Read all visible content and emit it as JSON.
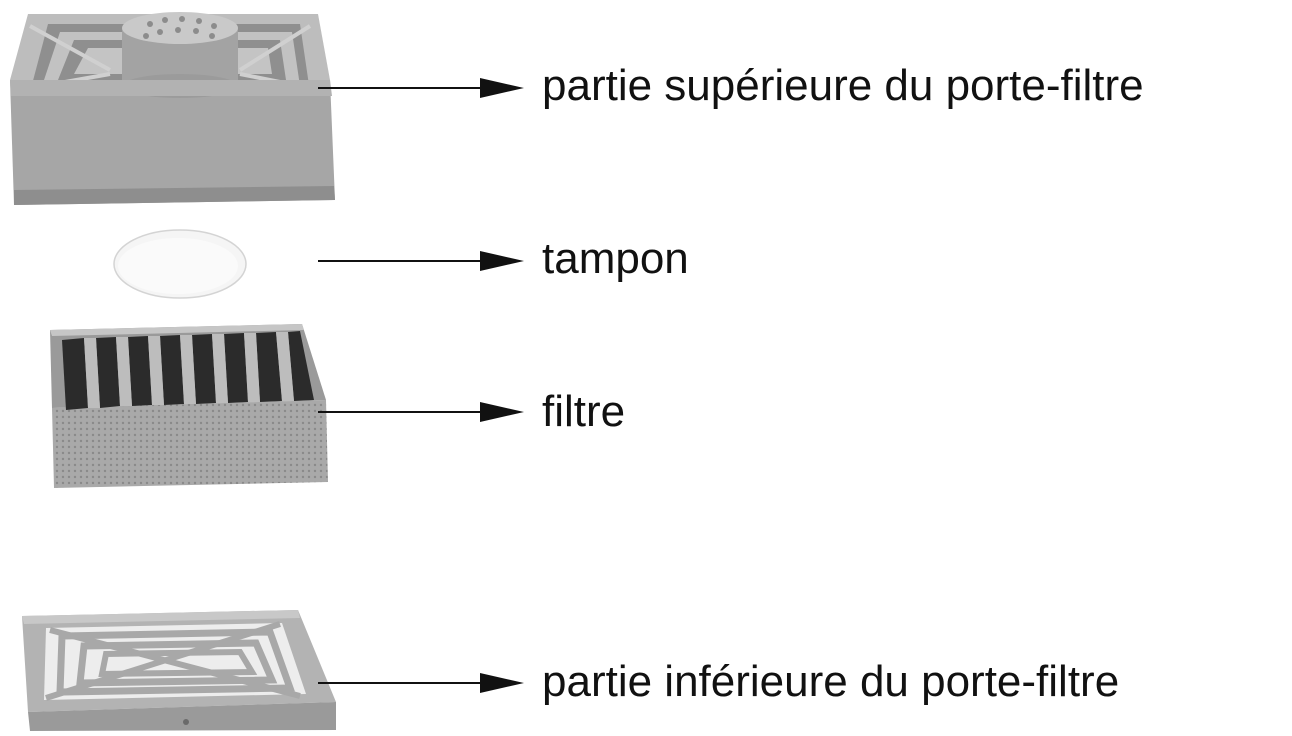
{
  "diagram": {
    "parts": [
      {
        "id": "top",
        "label": "partie supérieure du porte-filtre",
        "icon": "filter-holder-top-icon"
      },
      {
        "id": "pad",
        "label": "tampon",
        "icon": "pad-disc-icon"
      },
      {
        "id": "filter",
        "label": "filtre",
        "icon": "filter-block-icon"
      },
      {
        "id": "bottom",
        "label": "partie inférieure du porte-filtre",
        "icon": "filter-holder-bottom-icon"
      }
    ],
    "colors": {
      "part_light": "#b9b9b9",
      "part_mid": "#a4a4a4",
      "part_dark": "#6f6f6f",
      "slot_dark": "#2e2e2e",
      "pad": "#f4f4f4",
      "arrow": "#111111",
      "text": "#111111"
    }
  }
}
